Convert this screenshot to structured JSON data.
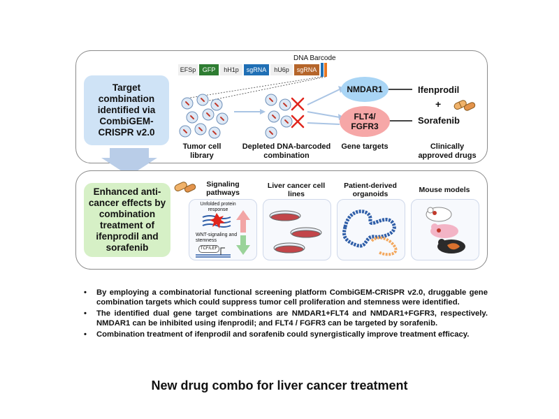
{
  "top_panel": {
    "construct": {
      "title": "DNA Barcode",
      "segments": [
        "EFSp",
        "GFP",
        "hH1p",
        "sgRNA",
        "hU6p",
        "sgRNA"
      ]
    },
    "target_box": "Target combination identified via CombiGEM-CRISPR v2.0",
    "tumor_label": "Tumor cell library",
    "depleted_label": "Depleted DNA-barcoded combination",
    "gene_targets_label": "Gene targets",
    "drugs_label": "Clinically approved drugs",
    "gene1": "NMDAR1",
    "gene2": "FLT4/ FGFR3",
    "drug1": "Ifenprodil",
    "plus": "+",
    "drug2": "Sorafenib"
  },
  "bottom_panel": {
    "effects_box": "Enhanced anti-cancer effects by combination treatment of ifenprodil and sorafenib",
    "cards": [
      {
        "title": "Signaling pathways"
      },
      {
        "title": "Liver cancer cell lines"
      },
      {
        "title": "Patient-derived organoids"
      },
      {
        "title": "Mouse models"
      }
    ],
    "signaling_notes": {
      "upr": "Unfolded protein response",
      "wnt": "WNT-signaling and stemness",
      "tcf": "TCF/LEF"
    }
  },
  "bullets": [
    "By employing a combinatorial functional screening platform CombiGEM-CRISPR v2.0, druggable gene combination targets which could suppress tumor cell proliferation and stemness were identified.",
    "The identified dual gene target combinations are NMDAR1+FLT4 and NMDAR1+FGFR3, respectively. NMDAR1 can be inhibited using ifenprodil; and FLT4 / FGFR3 can be targeted by sorafenib.",
    "Combination treatment of ifenprodil and sorafenib could synergistically improve treatment efficacy."
  ],
  "footer_title": "New drug combo for liver cancer treatment",
  "colors": {
    "blue_box": "#cfe3f6",
    "green_box": "#d6f0c6",
    "nmdar_oval": "#a9d5f5",
    "flt_oval": "#f6a7a7",
    "red_x": "#e0251d",
    "gfp_segment": "#2e7d32",
    "sgrna_segment": "#1f6fb5",
    "sgrna2_segment": "#b5652a"
  }
}
